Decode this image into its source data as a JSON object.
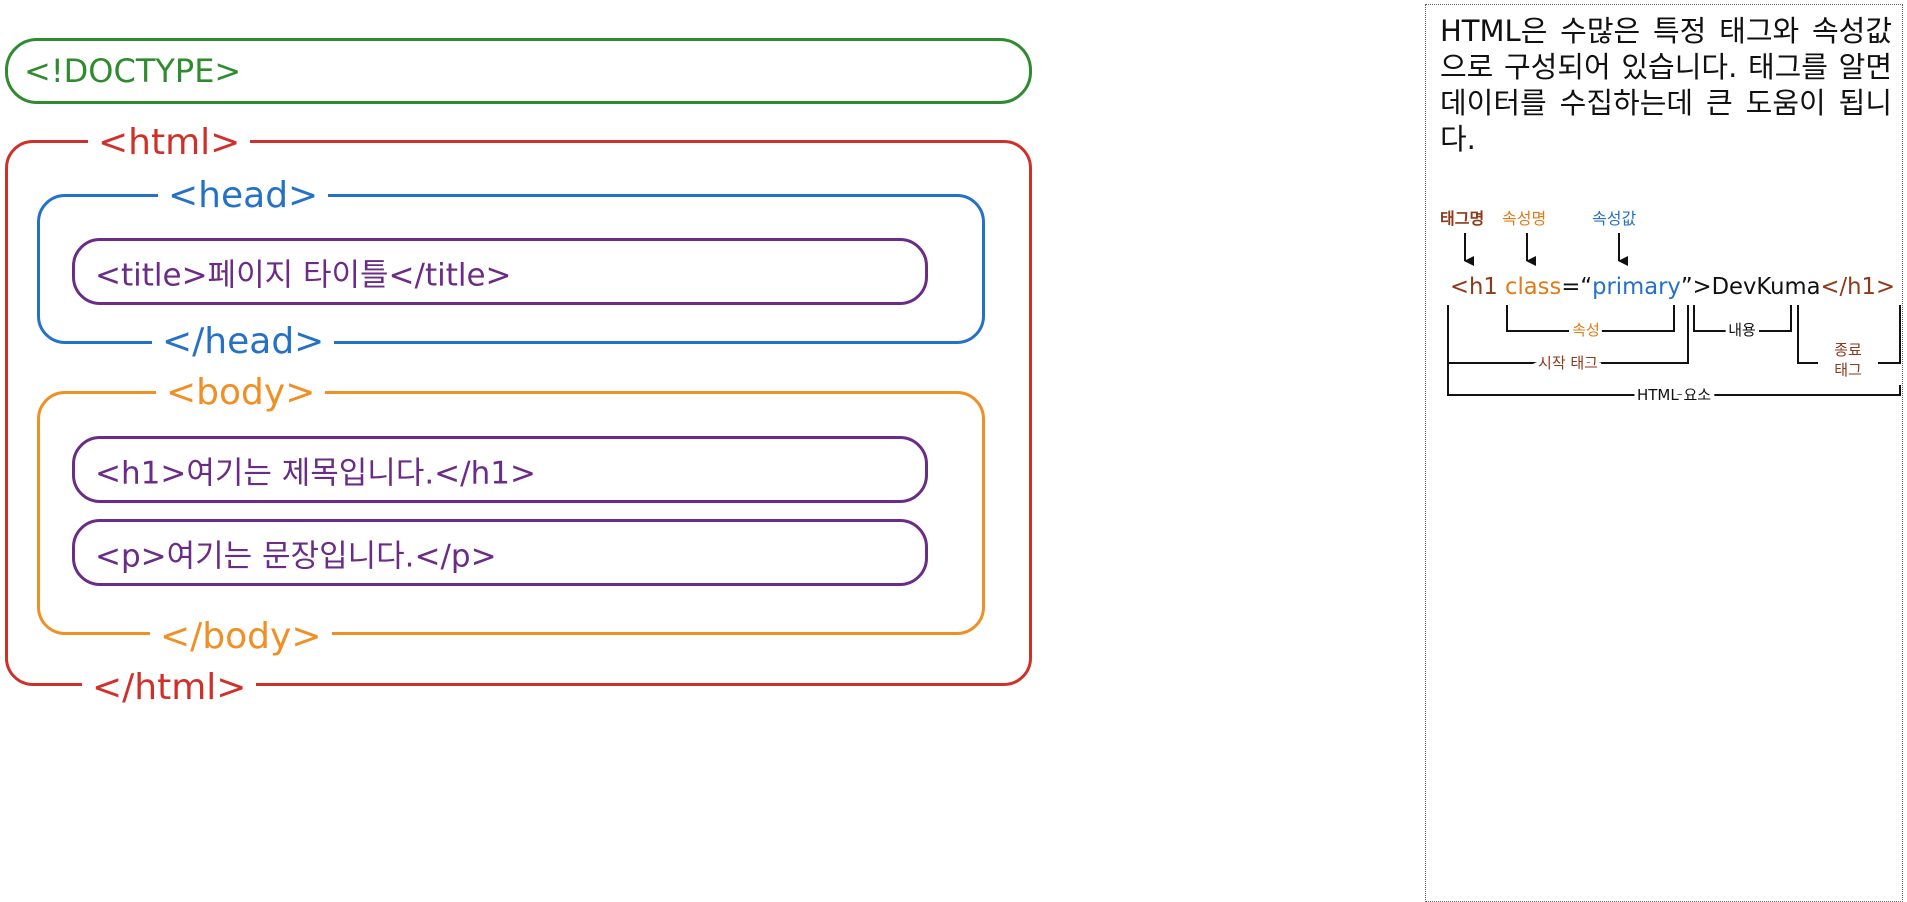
{
  "colors": {
    "doctype": "#2e8b2e",
    "html": "#d0302a",
    "head": "#2571c8",
    "body": "#ef8f24",
    "inner": "#6a2c86",
    "tag_name": "#8b3a1a",
    "attr_name": "#e07b17",
    "attr_value": "#2571c8",
    "text": "#111111"
  },
  "structure": {
    "doctype": "<!DOCTYPE>",
    "html_open": "<html>",
    "html_close": "</html>",
    "head_open": "<head>",
    "head_close": "</head>",
    "title_line": "<title>페이지 타이틀</title>",
    "body_open": "<body>",
    "body_close": "</body>",
    "h1_line": "<h1>여기는 제목입니다.</h1>",
    "p_line": "<p>여기는 문장입니다.</p>"
  },
  "panel": {
    "description": "HTML은 수많은 특정 태그와 속성값으로 구성되어 있습니다. 태그를 알면 데이터를 수집하는데 큰 도움이 됩니다.",
    "labels": {
      "tag_name": "태그명",
      "attr_name": "속성명",
      "attr_value": "속성값"
    },
    "code": {
      "open_tag": "<h1",
      "attr": "class",
      "equals": "=“",
      "value": "primary",
      "close_quote": "”>",
      "content": "DevKuma",
      "end_tag": "</h1>"
    },
    "brackets": {
      "attribute": "속성",
      "content": "내용",
      "end_tag_line1": "종료",
      "end_tag_line2": "태그",
      "start_tag": "시작 태그",
      "element": "HTML 요소"
    }
  }
}
